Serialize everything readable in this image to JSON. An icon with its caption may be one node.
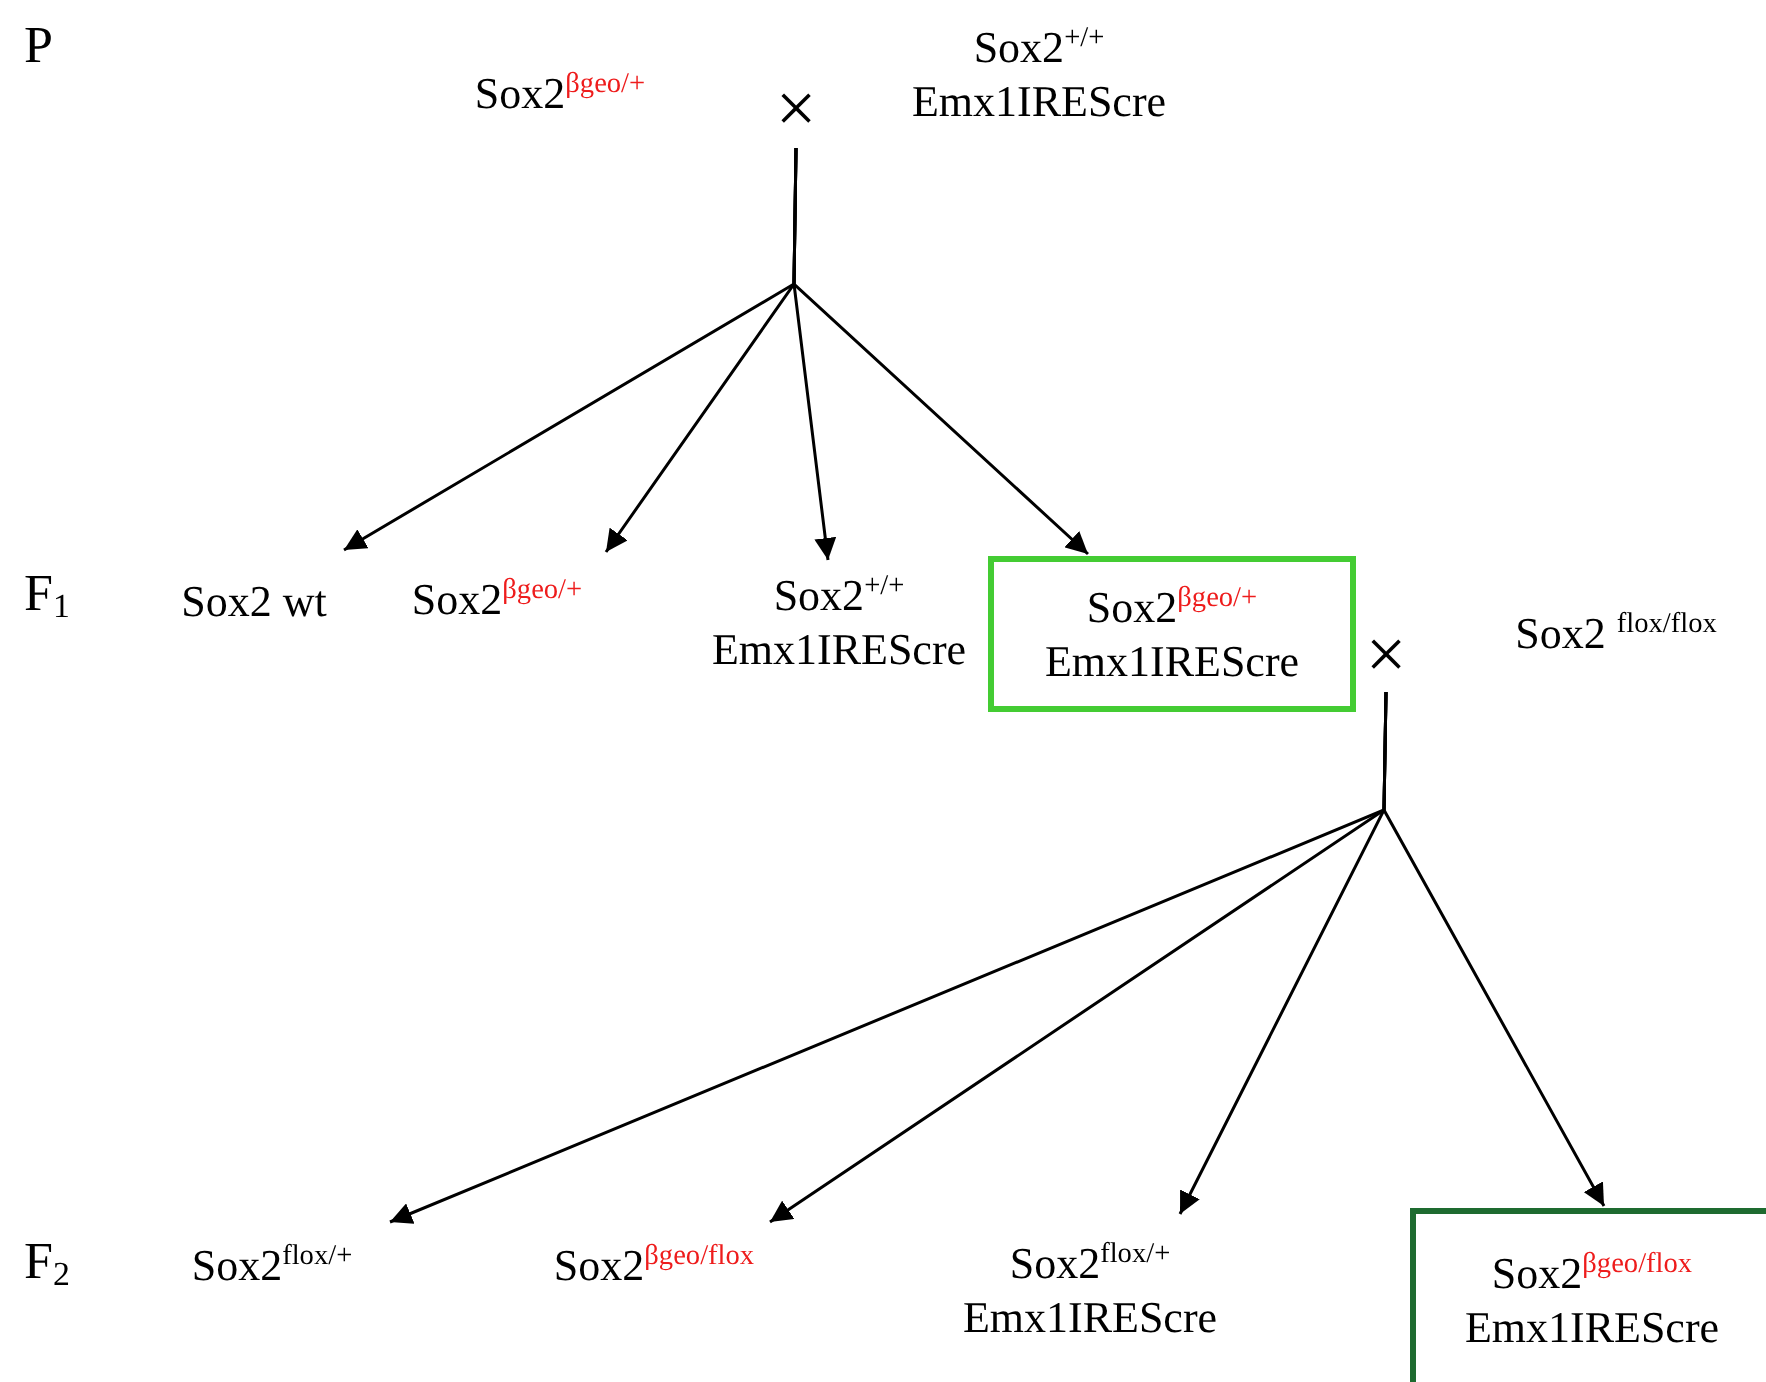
{
  "diagram": {
    "nodes": [
      {
        "text": [
          "Sox2$^{βgeo/+}$"
        ]
      },
      {
        "text": [
          "×"
        ]
      },
      {
        "text": [
          "Sox2$^{+/+}$ Emx1IREScre"
        ]
      },
      {
        "text": [
          "Sox2 wt"
        ]
      },
      {
        "text": [
          "Sox2$^{βgeo/+}$"
        ]
      },
      {
        "text": [
          "Sox2$^{+/+}$ Emx1IREScre"
        ]
      },
      {
        "text": [
          "Sox2$^{βgeo/+}$ Emx1IREScre"
        ]
      },
      {
        "text": [
          "×"
        ]
      },
      {
        "text": [
          "Sox2 $^{flox/flox}$"
        ]
      },
      {
        "text": [
          "Sox2$^{flox/+}$"
        ]
      },
      {
        "text": [
          "Sox2$^{βgeo/flox}$"
        ]
      },
      {
        "text": [
          "Sox2$^{flox/+}$ Emx1IREScre"
        ]
      },
      {
        "text": [
          "Sox2$^{βgeo/flox}$ Emx1IREScre"
        ]
      }
    ],
    "edges": [
      {
        "from": 1,
        "to": 3,
        "arrow": "to"
      },
      {
        "from": 1,
        "to": 4,
        "arrow": "to"
      },
      {
        "from": 1,
        "to": 5,
        "arrow": "to"
      },
      {
        "from": 1,
        "to": 6,
        "arrow": "to"
      },
      {
        "from": 7,
        "to": 9,
        "arrow": "to"
      },
      {
        "from": 7,
        "to": 10,
        "arrow": "to"
      },
      {
        "from": 7,
        "to": 11,
        "arrow": "to"
      },
      {
        "from": 7,
        "to": 12,
        "arrow": "to"
      }
    ],
    "labels": [
      "P",
      "F$_{1}$",
      "F$_{2}$"
    ]
  }
}
